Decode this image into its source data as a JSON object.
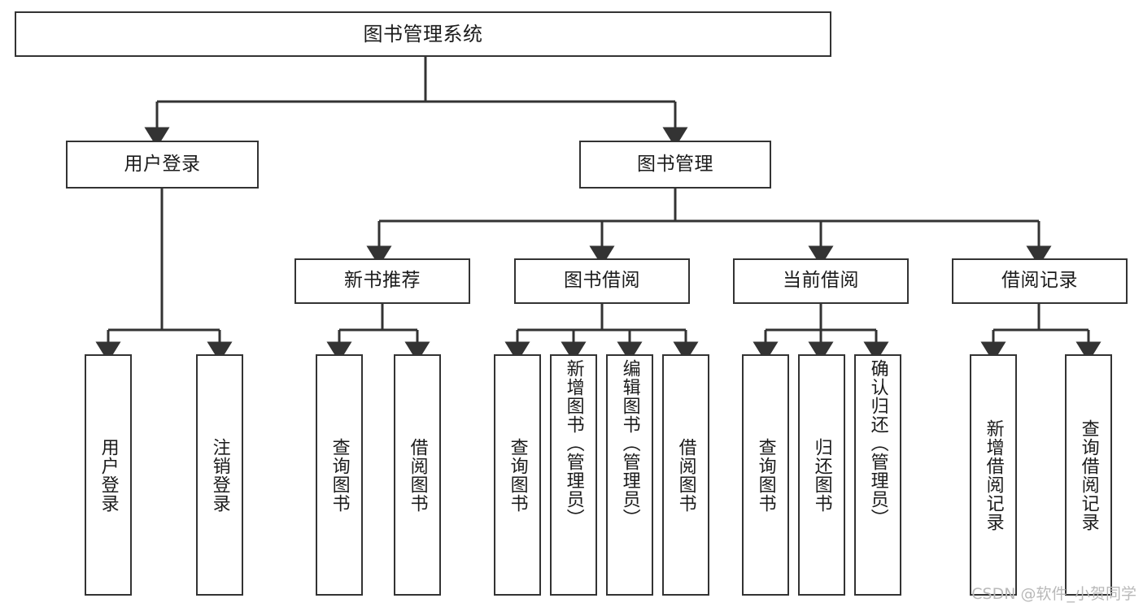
{
  "diagram": {
    "type": "tree-hierarchy",
    "title": "图书管理系统",
    "orientation": "top-down",
    "edge_color": "#333333",
    "box_border_color": "#333333",
    "box_fill_color": "#ffffff",
    "text_color": "#1b1b1b"
  },
  "nodes": {
    "root": {
      "label": "图书管理系统",
      "level": 0
    },
    "level1": [
      {
        "id": "user-login",
        "label": "用户登录"
      },
      {
        "id": "book-management",
        "label": "图书管理"
      }
    ],
    "level2": [
      {
        "id": "new-book-recommend",
        "label": "新书推荐",
        "parent": "book-management"
      },
      {
        "id": "book-borrow",
        "label": "图书借阅",
        "parent": "book-management"
      },
      {
        "id": "current-borrow",
        "label": "当前借阅",
        "parent": "book-management"
      },
      {
        "id": "borrow-record",
        "label": "借阅记录",
        "parent": "book-management"
      }
    ],
    "leaves": [
      {
        "id": "leaf-user-login",
        "label": "用户登录",
        "parent": "user-login"
      },
      {
        "id": "leaf-logout-login",
        "label": "注销登录",
        "parent": "user-login"
      },
      {
        "id": "leaf-query-book-1",
        "label": "查询图书",
        "parent": "new-book-recommend"
      },
      {
        "id": "leaf-borrow-book-1",
        "label": "借阅图书",
        "parent": "new-book-recommend"
      },
      {
        "id": "leaf-query-book-2",
        "label": "查询图书",
        "parent": "book-borrow"
      },
      {
        "id": "leaf-add-book",
        "label": "新增图书（管理员）",
        "parent": "book-borrow"
      },
      {
        "id": "leaf-edit-book",
        "label": "编辑图书（管理员）",
        "parent": "book-borrow"
      },
      {
        "id": "leaf-borrow-book-2",
        "label": "借阅图书",
        "parent": "book-borrow"
      },
      {
        "id": "leaf-query-book-3",
        "label": "查询图书",
        "parent": "current-borrow"
      },
      {
        "id": "leaf-return-book",
        "label": "归还图书",
        "parent": "current-borrow"
      },
      {
        "id": "leaf-confirm-return",
        "label": "确认归还（管理员）",
        "parent": "current-borrow"
      },
      {
        "id": "leaf-add-record",
        "label": "新增借阅记录",
        "parent": "borrow-record"
      },
      {
        "id": "leaf-query-record",
        "label": "查询借阅记录",
        "parent": "borrow-record"
      }
    ]
  },
  "watermark": {
    "text": "CSDN @软件_小贺同学"
  }
}
